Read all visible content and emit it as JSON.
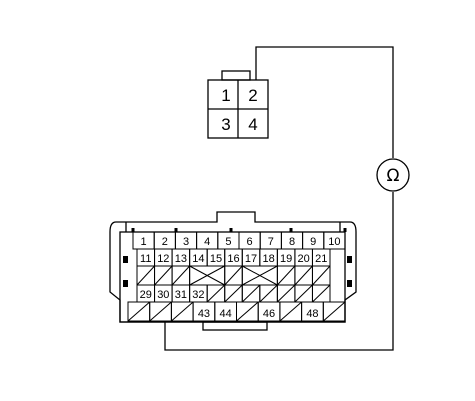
{
  "small_connector": {
    "pins": [
      {
        "label": "1",
        "row": 0,
        "col": 0
      },
      {
        "label": "2",
        "row": 0,
        "col": 1
      },
      {
        "label": "3",
        "row": 1,
        "col": 0
      },
      {
        "label": "4",
        "row": 1,
        "col": 1
      }
    ]
  },
  "meter": {
    "symbol": "Ω",
    "icon": "ohmmeter-icon"
  },
  "large_connector": {
    "rows": [
      {
        "cells": [
          {
            "label": "1"
          },
          {
            "label": "2"
          },
          {
            "label": "3"
          },
          {
            "label": "4"
          },
          {
            "label": "5"
          },
          {
            "label": "6"
          },
          {
            "label": "7"
          },
          {
            "label": "8"
          },
          {
            "label": "9"
          },
          {
            "label": "10"
          }
        ]
      },
      {
        "cells": [
          {
            "label": "11"
          },
          {
            "label": "12"
          },
          {
            "label": "13"
          },
          {
            "label": "14"
          },
          {
            "label": "15"
          },
          {
            "label": "16"
          },
          {
            "label": "17"
          },
          {
            "label": "18"
          },
          {
            "label": "19"
          },
          {
            "label": "20"
          },
          {
            "label": "21"
          }
        ]
      },
      {
        "cells": [
          {
            "label": ""
          },
          {
            "label": ""
          },
          {
            "label": ""
          },
          {
            "label": "",
            "mark": "x",
            "span": 2
          },
          {
            "label": ""
          },
          {
            "label": "",
            "mark": "x",
            "span": 2
          },
          {
            "label": ""
          },
          {
            "label": ""
          },
          {
            "label": ""
          }
        ]
      },
      {
        "cells": [
          {
            "label": "29"
          },
          {
            "label": "30"
          },
          {
            "label": "31"
          },
          {
            "label": "32"
          },
          {
            "label": ""
          },
          {
            "label": ""
          },
          {
            "label": ""
          },
          {
            "label": ""
          },
          {
            "label": ""
          },
          {
            "label": ""
          },
          {
            "label": ""
          }
        ]
      },
      {
        "cells": [
          {
            "label": ""
          },
          {
            "label": ""
          },
          {
            "label": ""
          },
          {
            "label": "43"
          },
          {
            "label": "44"
          },
          {
            "label": ""
          },
          {
            "label": "46"
          },
          {
            "label": ""
          },
          {
            "label": "48"
          },
          {
            "label": ""
          }
        ]
      }
    ]
  }
}
